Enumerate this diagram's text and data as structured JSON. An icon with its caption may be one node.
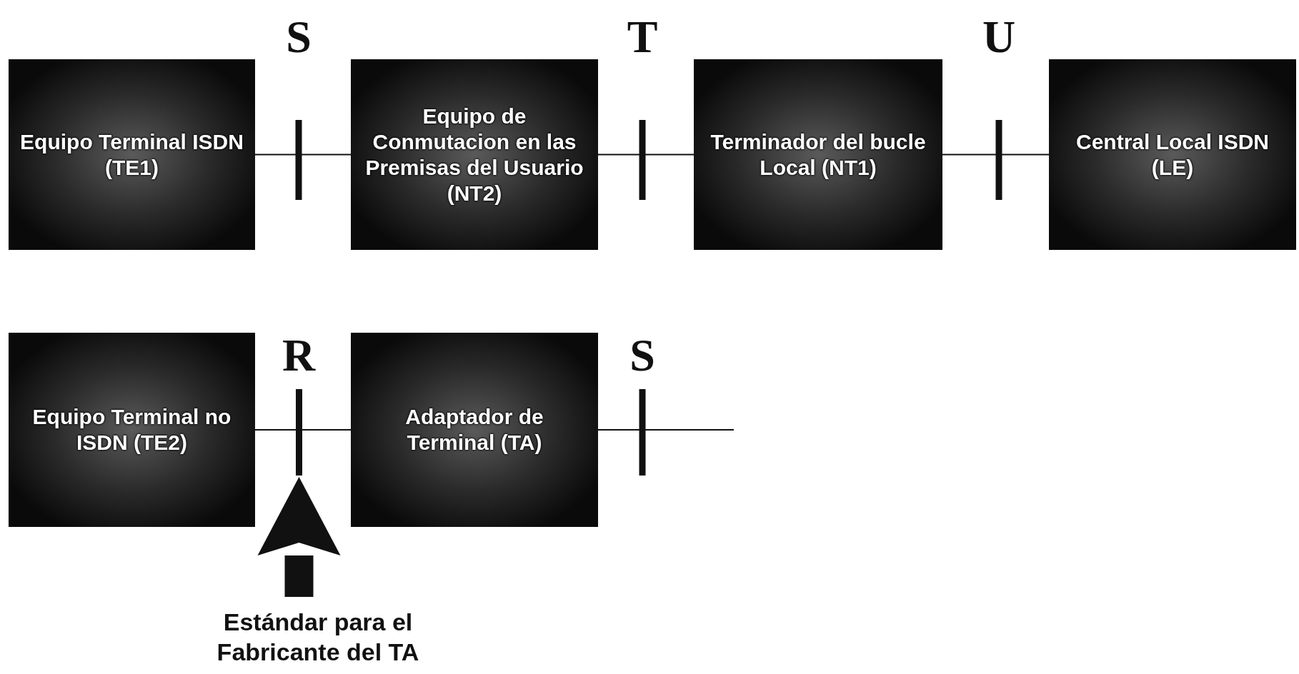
{
  "diagram": {
    "nodes": [
      {
        "text": [
          "Equipo Terminal ISDN (TE1)"
        ]
      },
      {
        "text": [
          "Equipo de Conmutacion en las Premisas del Usuario (NT2)"
        ]
      },
      {
        "text": [
          "Terminador del bucle Local (NT1)"
        ]
      },
      {
        "text": [
          "Central Local ISDN (LE)"
        ]
      },
      {
        "text": [
          "Equipo Terminal no ISDN (TE2)"
        ]
      },
      {
        "text": [
          "Adaptador de Terminal (TA)"
        ]
      },
      {
        "text": [
          "Estándar para el Fabricante del TA"
        ]
      },
      {
        "text": [],
        "shape": "bar"
      }
    ],
    "edges": [
      {
        "from": 0,
        "to": 1,
        "arrow": "none"
      },
      {
        "from": 1,
        "to": 2,
        "arrow": "none"
      },
      {
        "from": 2,
        "to": 3,
        "arrow": "none"
      },
      {
        "from": 4,
        "to": 5,
        "arrow": "none"
      },
      {
        "from": 5,
        "to": null,
        "arrow": "none"
      },
      {
        "from": 6,
        "to": 7,
        "arrow": "to",
        "style": "thick"
      }
    ],
    "labels": [
      "S",
      "T",
      "U",
      "R",
      "S"
    ]
  }
}
